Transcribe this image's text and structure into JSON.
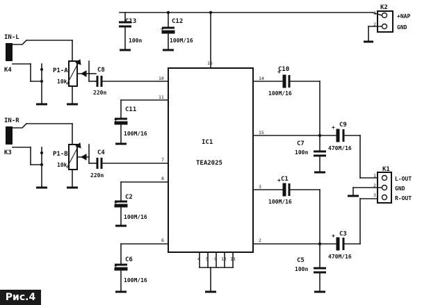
{
  "figure_label": "Рис.4",
  "ic": {
    "ref": "IC1",
    "part": "TEA2025"
  },
  "ic_pins": {
    "p10": "10",
    "p11": "11",
    "p7": "7",
    "p8": "8",
    "p6": "6",
    "p16": "16",
    "p14": "14",
    "p15": "15",
    "p3": "3",
    "p2": "2",
    "p4": "4",
    "p5": "5",
    "p9": "9",
    "p12": "12",
    "p13": "13"
  },
  "connectors": {
    "k2": {
      "ref": "K2",
      "pin1": "1",
      "pin2": "2",
      "label1": "+NAP",
      "label2": "GND"
    },
    "k1": {
      "ref": "K1",
      "pin1": "1",
      "pin2": "2",
      "pin3": "3",
      "label1": "L-OUT",
      "label2": "GND",
      "label3": "R-OUT"
    },
    "k4": {
      "ref": "K4",
      "label": "IN-L"
    },
    "k3": {
      "ref": "K3",
      "label": "IN-R"
    }
  },
  "pots": {
    "p1a": {
      "ref": "P1-A",
      "value": "10k"
    },
    "p1b": {
      "ref": "P1-B",
      "value": "10k"
    }
  },
  "capacitors": {
    "c13": {
      "ref": "C13",
      "value": "100n"
    },
    "c12": {
      "ref": "C12",
      "value": "100M/16"
    },
    "c8": {
      "ref": "C8",
      "value": "220n"
    },
    "c11": {
      "ref": "C11",
      "value": "100M/16"
    },
    "c4": {
      "ref": "C4",
      "value": "220n"
    },
    "c2": {
      "ref": "C2",
      "value": "100M/16"
    },
    "c6": {
      "ref": "C6",
      "value": "100M/16"
    },
    "c10": {
      "ref": "C10",
      "value": "100M/16"
    },
    "c7": {
      "ref": "C7",
      "value": "100n"
    },
    "c9": {
      "ref": "C9",
      "value": "470M/16"
    },
    "c1": {
      "ref": "C1",
      "value": "100M/16"
    },
    "c5": {
      "ref": "C5",
      "value": "100n"
    },
    "c3": {
      "ref": "C3",
      "value": "470M/16"
    }
  },
  "polarity_plus": "+"
}
